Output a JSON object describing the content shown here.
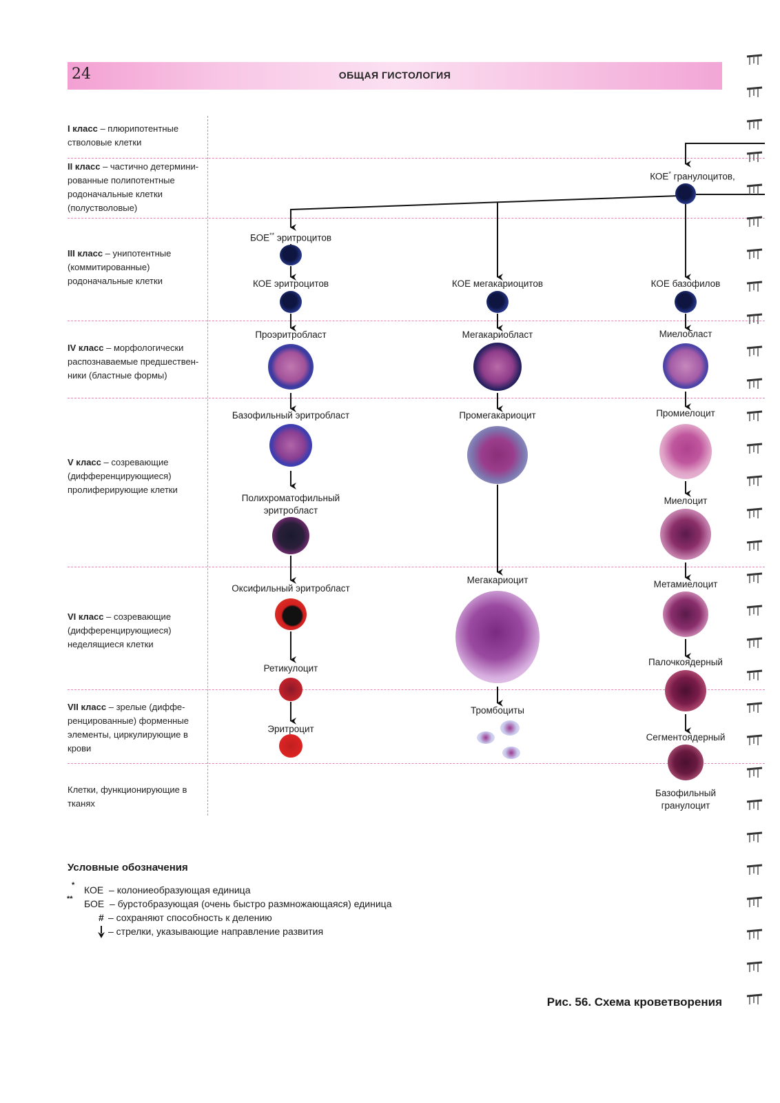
{
  "header": {
    "page_number": "24",
    "running_title": "ОБЩАЯ ГИСТОЛОГИЯ"
  },
  "classes": [
    {
      "bold": "I класс",
      "text": " – плюрипотентные стволовые клетки"
    },
    {
      "bold": "II класс",
      "text": " – частично детермини-рованные полипотентные родоначальные клетки (полустволовые)"
    },
    {
      "bold": "III  класс",
      "text": " – унипотентные (коммитированные) родоначальные клетки"
    },
    {
      "bold": "IV класс",
      "text": " – морфологически распознаваемые предшествен-ники (бластные формы)"
    },
    {
      "bold": "V класс",
      "text": " – созревающие (дифференцирующиеся) пролиферирующие клетки"
    },
    {
      "bold": "VI класс",
      "text": " – созревающие (дифференцирующиеся) неделящиеся клетки"
    },
    {
      "bold": "VII класс",
      "text": " – зрелые (диффе-ренцированные) форменные элементы, циркулирующие в крови"
    },
    {
      "bold": "",
      "text": "Клетки, функционирующие в тканях"
    }
  ],
  "nodes": {
    "koe_gran": {
      "label": "КОЕ",
      "sup": "*",
      "label2": " гранулоцитов,"
    },
    "boe_eryth": {
      "label": "БОЕ",
      "sup": "**",
      "label2": " эритроцитов"
    },
    "koe_eryth": "КОЕ эритроцитов",
    "koe_mega": "КОЕ мегакариоцитов",
    "koe_baso": "КОЕ базофилов",
    "proerythroblast": "Проэритробласт",
    "megakaryoblast": "Мегакариобласт",
    "myeloblast": "Миелобласт",
    "baso_erythroblast": "Базофильный эритробласт",
    "promegakaryocyte": "Промегакариоцит",
    "promyelocyte": "Промиелоцит",
    "poly_erythroblast_1": "Полихроматофильный",
    "poly_erythroblast_2": "эритробласт",
    "myelocyte": "Миелоцит",
    "oxy_erythroblast": "Оксифильный эритробласт",
    "megakaryocyte": "Мегакариоцит",
    "metamyelocyte": "Метамиелоцит",
    "reticulocyte": "Ретикулоцит",
    "band": "Палочкоядерный",
    "platelets": "Тромбоциты",
    "erythrocyte": "Эритроцит",
    "segmented": "Сегментоядерный",
    "basophil_1": "Базофильный",
    "basophil_2": "гранулоцит"
  },
  "legend": {
    "title": "Условные обозначения",
    "items": [
      {
        "mark": "*",
        "abbr": "КОЕ",
        "text": "– колониеобразующая единица"
      },
      {
        "mark": "**",
        "abbr": "БОЕ",
        "text": "– бурстобразующая (очень быстро размножающаяся) единица"
      },
      {
        "mark": "#",
        "abbr": "",
        "text": "– сохраняют способность к делению"
      },
      {
        "mark": "arrow",
        "abbr": "",
        "text": "– стрелки, указывающие направление развития"
      }
    ]
  },
  "figure_caption": "Рис.  56. Схема кроветворения",
  "colors": {
    "header_pink": "#f6b6dc",
    "separator": "#e77fb8",
    "stem_cell": "#1a2a6e",
    "erythro_red": "#d42020",
    "cytoplasm_blue": "#4b55b5",
    "nucleus_purple": "#b0489c"
  }
}
